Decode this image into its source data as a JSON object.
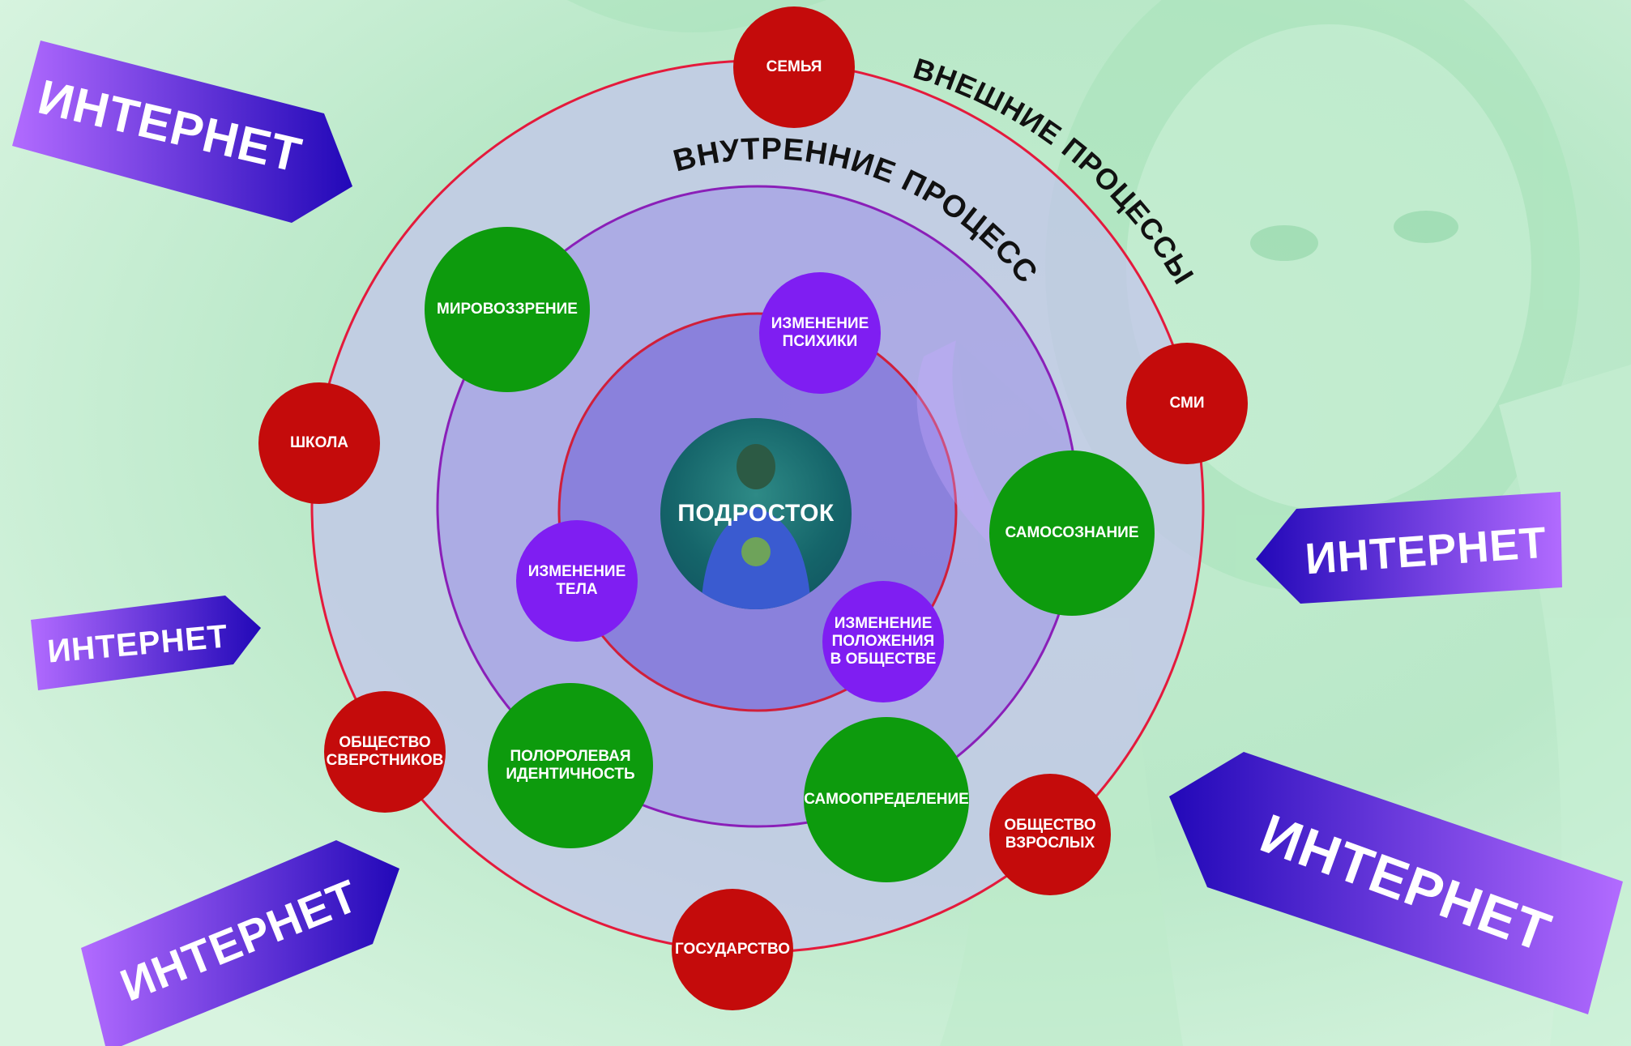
{
  "diagram": {
    "center": "ПОДРОСТОК",
    "inner_ring_title": "ВНУТРЕННИЕ ПРОЦЕССЫ",
    "outer_ring_title": "ВНЕШНИЕ ПРОЦЕССЫ",
    "inner_changes": [
      "ИЗМЕНЕНИЕ\nПСИХИКИ",
      "ИЗМЕНЕНИЕ\nТЕЛА",
      "ИЗМЕНЕНИЕ\nПОЛОЖЕНИЯ\nВ ОБЩЕСТВЕ"
    ],
    "internal_processes": [
      "МИРОВОЗЗРЕНИЕ",
      "САМОСОЗНАНИЕ",
      "ПОЛОРОЛЕВАЯ\nИДЕНТИЧНОСТЬ",
      "САМООПРЕДЕЛЕНИЕ"
    ],
    "external_factors": [
      "СЕМЬЯ",
      "СМИ",
      "ШКОЛА",
      "ОБЩЕСТВО\nСВЕРСТНИКОВ",
      "ГОСУДАРСТВО",
      "ОБЩЕСТВО\nВЗРОСЛЫХ"
    ],
    "internet_labels": [
      "ИНТЕРНЕТ",
      "ИНТЕРНЕТ",
      "ИНТЕРНЕТ",
      "ИНТЕРНЕТ",
      "ИНТЕРНЕТ"
    ]
  },
  "colors": {
    "external": "#c40b0b",
    "internal": "#0d9b0d",
    "changes": "#7f1ef2",
    "ring_line": "#d8203a",
    "arrow_dark": "#2a0bbf",
    "arrow_light": "#b065ff",
    "background": "#d6f3de"
  }
}
